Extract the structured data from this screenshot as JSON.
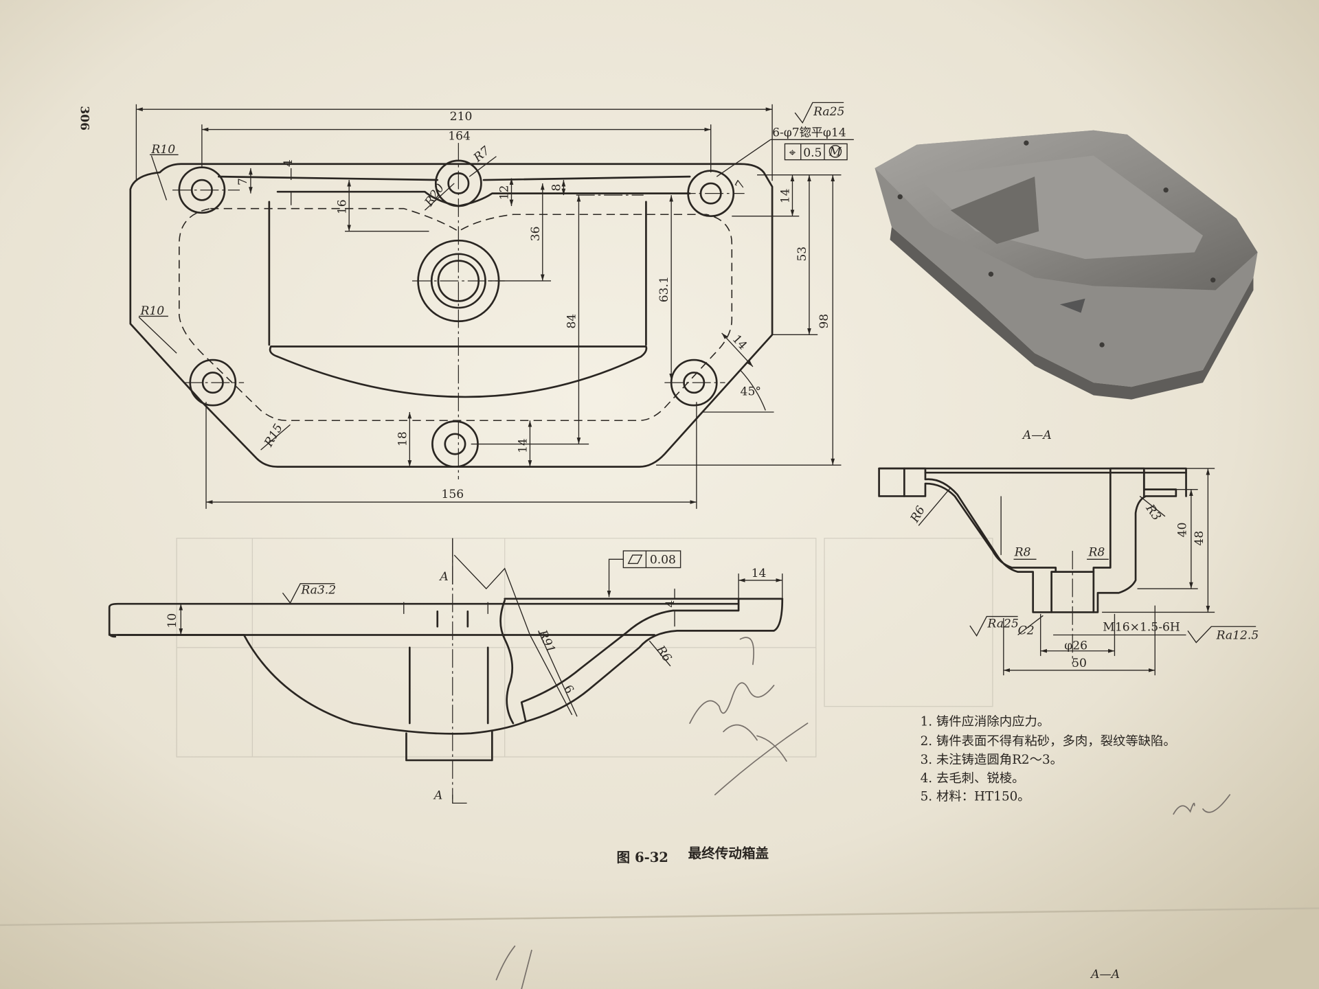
{
  "page_number": "306",
  "plan_view": {
    "dims": {
      "overall_width": "210",
      "hole_spacing_top": "164",
      "bottom_width": "156",
      "overall_height": "98",
      "height_53": "53",
      "height_84": "84",
      "height_63_1": "63.1",
      "height_36": "36",
      "height_16": "16",
      "height_12": "12",
      "height_8": "8",
      "height_7_left": "7",
      "height_7_right": "7",
      "height_4": "4",
      "height_14_right": "14",
      "height_18": "18",
      "height_14_bottom": "14",
      "chamfer_14": "14",
      "angle": "45°"
    },
    "radii": {
      "r10_top": "R10",
      "r7": "R7",
      "r20": "R20",
      "r10_left": "R10",
      "r15": "R15"
    },
    "hole_callout": "6-φ7锪平φ14",
    "surface_roughness": "Ra25",
    "position_tolerance": {
      "symbol": "⌖",
      "value": "0.5",
      "modifier": "M"
    }
  },
  "front_view": {
    "section_mark_top": "A",
    "section_mark_bottom": "A",
    "surface_roughness": "Ra3.2",
    "flatness_tolerance": "0.08",
    "dims": {
      "thickness": "10",
      "rib_thickness": "4",
      "edge_width": "14",
      "wall": "6"
    },
    "radii": {
      "r91": "R91",
      "r6": "R6"
    }
  },
  "section_view": {
    "title": "A—A",
    "radii": {
      "r6": "R6",
      "r3": "R3",
      "r8_left": "R8",
      "r8_right": "R8"
    },
    "dims": {
      "height_40": "40",
      "height_48": "48",
      "boss_dia": "φ26",
      "boss_width": "50"
    },
    "chamfer": "C2",
    "thread": "M16×1.5-6H",
    "surface_roughness_left": "Ra25",
    "surface_roughness_right": "Ra12.5"
  },
  "notes": [
    "1. 铸件应消除内应力。",
    "2. 铸件表面不得有粘砂，多肉，裂纹等缺陷。",
    "3. 未注铸造圆角R2～3。",
    "4. 去毛刺、锐棱。",
    "5. 材料：HT150。"
  ],
  "caption": {
    "figure_number": "图 6-32",
    "title": "最终传动箱盖"
  },
  "bottom_fragment": "A—A"
}
